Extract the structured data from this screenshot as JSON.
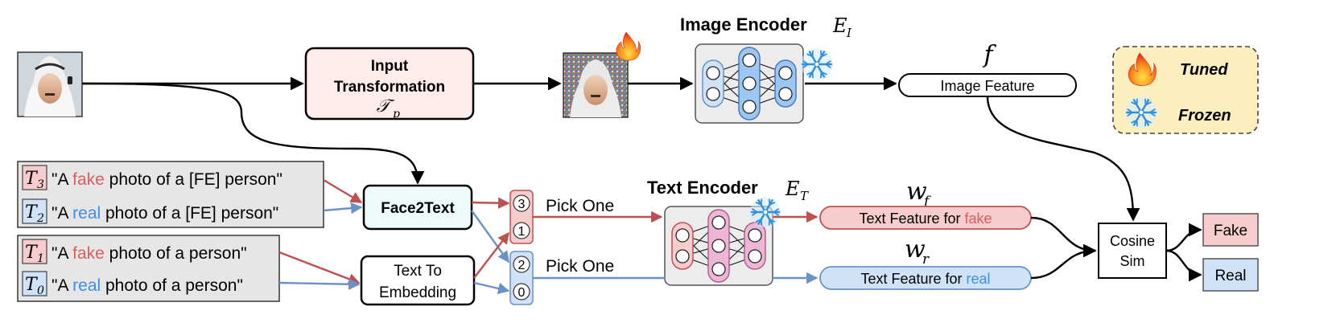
{
  "colors": {
    "fake": "#e35b5b",
    "real": "#3f8de3",
    "fake_box": "#f6cccc",
    "real_box": "#cfe2f7",
    "transform_fill": "#fdecea",
    "face2text_fill": "#eefafa",
    "legend_fill": "#fdeebd",
    "encoder_fill": "#ececec",
    "arrow_fake": "#c05050",
    "arrow_real": "#6a92c8"
  },
  "icons": [
    "face-photo",
    "noisy-face-photo",
    "flame-icon",
    "snowflake-icon",
    "neural-network-icon"
  ],
  "input_transformation": {
    "line1": "Input",
    "line2": "Transformation",
    "symbol": "𝒯",
    "sub": "p"
  },
  "image_encoder": {
    "label": "Image Encoder",
    "symbol": "E",
    "sub": "I"
  },
  "image_feature": {
    "symbol": "f",
    "label": "Image Feature"
  },
  "legend": {
    "tuned": "Tuned",
    "frozen": "Frozen"
  },
  "prompts": [
    {
      "sym": "T",
      "sub": "3",
      "q": "\"A ",
      "word": "fake",
      "rest": " photo of a [FE] person\""
    },
    {
      "sym": "T",
      "sub": "2",
      "q": "\"A ",
      "word": "real",
      "rest": "  photo of a [FE] person\""
    },
    {
      "sym": "T",
      "sub": "1",
      "q": "\"A ",
      "word": "fake",
      "rest": " photo of a person\""
    },
    {
      "sym": "T",
      "sub": "0",
      "q": "\"A ",
      "word": "real",
      "rest": "  photo of a person\""
    }
  ],
  "face2text": {
    "label": "Face2Text"
  },
  "text_to_embedding": {
    "line1": "Text To",
    "line2": "Embedding"
  },
  "picks": {
    "top": [
      "3",
      "1"
    ],
    "bottom": [
      "2",
      "0"
    ],
    "label_top": "Pick One",
    "label_bottom": "Pick One"
  },
  "text_encoder": {
    "label": "Text Encoder",
    "symbol": "E",
    "sub": "T"
  },
  "text_feature_fake": {
    "symbol": "w",
    "sub": "f",
    "prefix": "Text Feature for ",
    "word": "fake"
  },
  "text_feature_real": {
    "symbol": "w",
    "sub": "r",
    "prefix": "Text Feature for ",
    "word": "real"
  },
  "cosine": {
    "line1": "Cosine",
    "line2": "Sim"
  },
  "outputs": {
    "fake": "Fake",
    "real": "Real"
  }
}
